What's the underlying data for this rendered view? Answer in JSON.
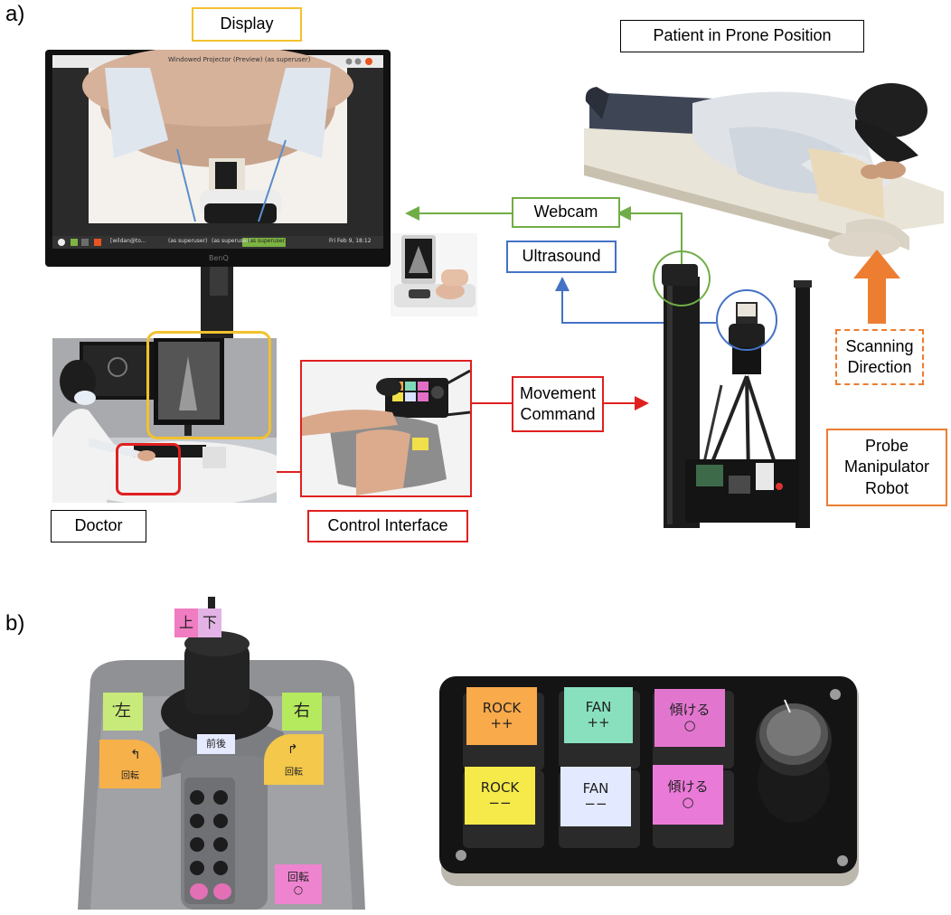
{
  "panels": {
    "a": "a)",
    "b": "b)"
  },
  "labels": {
    "display": "Display",
    "patient": "Patient in Prone Position",
    "webcam": "Webcam",
    "ultrasound": "Ultrasound",
    "movement": "Movement\nCommand",
    "scanning": "Scanning\nDirection",
    "probe": "Probe\nManipulator\nRobot",
    "doctor": "Doctor",
    "control": "Control Interface"
  },
  "screen": {
    "title": "Windowed Projector (Preview) (as superuser)",
    "taskbar": [
      "[wildan@to...",
      "(as superuser)",
      "(as superuser)",
      "(as superuser)",
      "Fri Feb 9, 18:12"
    ],
    "brand": "BenQ"
  },
  "joystick": {
    "up": "上",
    "down": "下",
    "left": "左",
    "right": "右",
    "rot_left": "回転",
    "rot_right": "回転",
    "forward_back": "前後",
    "rot_bottom": "回転\n○"
  },
  "keypad": {
    "keys": [
      "ROCK\n++",
      "FAN\n++",
      "傾ける\n○",
      "ROCK\n−−",
      "FAN\n−−",
      "傾ける\n○"
    ]
  },
  "colors": {
    "yellow": "#f2c12e",
    "green": "#70ad47",
    "blue": "#4472c4",
    "red": "#e02020",
    "orange": "#ed7d31",
    "black": "#000000"
  }
}
